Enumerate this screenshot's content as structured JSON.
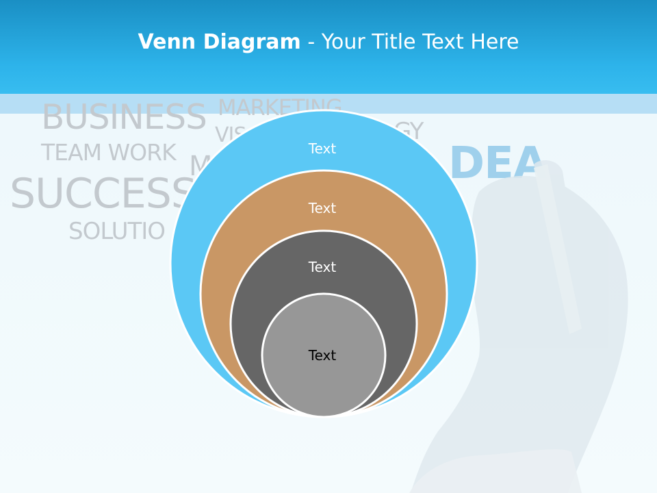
{
  "slide": {
    "title_bold": "Venn Diagram",
    "title_rest": " - Your Title Text Here"
  },
  "background_words": {
    "business": "BUSINESS",
    "marketing": "MARKETING",
    "vision": "VIS",
    "strategy": "GY",
    "team_work": "TEAM WORK",
    "m": "M",
    "idea": "DEA",
    "success": "SUCCESS",
    "solution": "SOLUTIO"
  },
  "diagram": {
    "rings": [
      {
        "label": "Text",
        "color": "#5bc8f5",
        "text_color": "#ffffff"
      },
      {
        "label": "Text",
        "color": "#c99765",
        "text_color": "#ffffff"
      },
      {
        "label": "Text",
        "color": "#666666",
        "text_color": "#ffffff"
      },
      {
        "label": "Text",
        "color": "#979797",
        "text_color": "#000000"
      }
    ]
  },
  "colors": {
    "header_blue": "#2db3ea",
    "band_light_blue": "#b6def5"
  }
}
